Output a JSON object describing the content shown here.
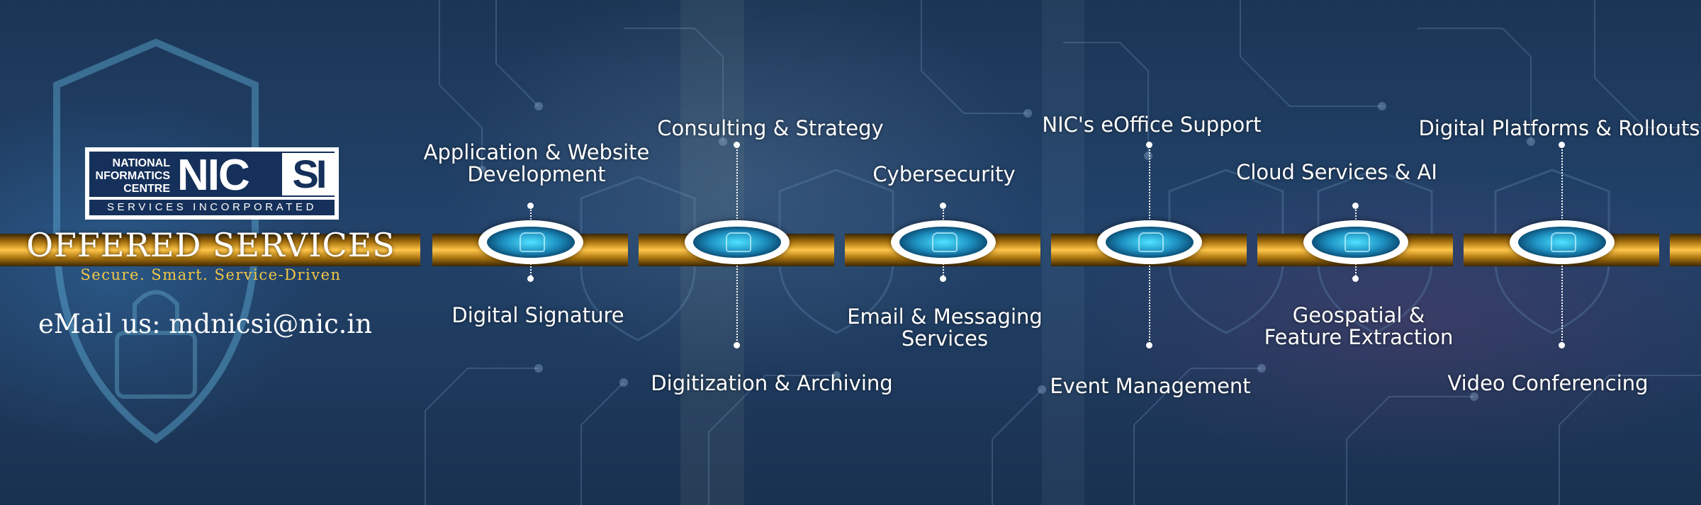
{
  "logo": {
    "lines": [
      "NATIONAL",
      "NFORMATICS",
      "CENTRE"
    ],
    "mark_left": "NIC",
    "mark_right": "SI",
    "tagline": "SERVICES INCORPORATED"
  },
  "banner": {
    "title": "OFFERED SERVICES",
    "subtitle": "Secure. Smart. Service-Driven",
    "email": "eMail us: mdnicsi@nic.in"
  },
  "services": {
    "app_web": [
      "Application & Website",
      "Development"
    ],
    "digital_signature": "Digital Signature",
    "consulting": "Consulting & Strategy",
    "digitization": "Digitization & Archiving",
    "cybersecurity": "Cybersecurity",
    "email_messaging": [
      "Email & Messaging",
      "Services"
    ],
    "eoffice": "NIC's eOffice Support",
    "event_management": "Event Management",
    "cloud_ai": "Cloud Services & AI",
    "geospatial": [
      "Geospatial &",
      "Feature Extraction"
    ],
    "digital_platforms": "Digital Platforms & Rollouts",
    "video_conferencing": "Video Conferencing"
  },
  "colors": {
    "background": "#1f3b5e",
    "band_gold": "#ffc64a",
    "subtitle_gold": "#f2c744",
    "lens_cyan": "#4fe3ff",
    "text": "#ffffff"
  }
}
